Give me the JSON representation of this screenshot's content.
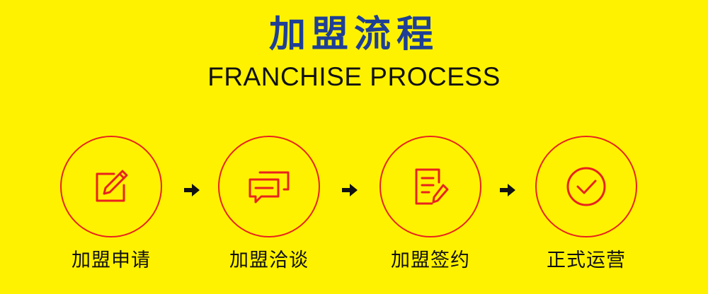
{
  "header": {
    "title_cn": "加盟流程",
    "title_en": "FRANCHISE PROCESS"
  },
  "colors": {
    "background": "#FFF200",
    "title_cn": "#1E3F95",
    "accent": "#E8231E",
    "text": "#111111"
  },
  "steps": [
    {
      "label": "加盟申请",
      "icon": "edit-icon"
    },
    {
      "label": "加盟洽谈",
      "icon": "chat-bubbles-icon"
    },
    {
      "label": "加盟签约",
      "icon": "document-sign-icon"
    },
    {
      "label": "正式运营",
      "icon": "check-circle-icon"
    }
  ],
  "arrows": [
    "arrow-right-icon",
    "arrow-right-icon",
    "arrow-right-icon"
  ]
}
